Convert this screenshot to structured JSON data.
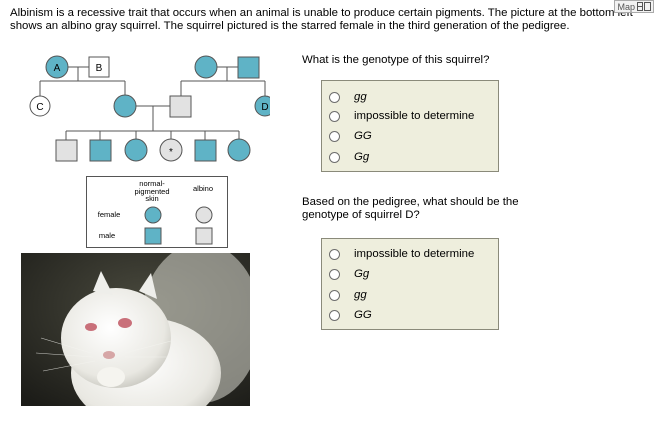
{
  "intro_text": "Albinism is a recessive trait that occurs when an animal is unable to produce certain pigments. The picture at the bottom left shows an albino gray squirrel. The squirrel pictured is the starred female in the third generation of the pedigree.",
  "map_badge": "Map",
  "pedigree": {
    "labels": {
      "A": "A",
      "B": "B",
      "C": "C",
      "D": "D",
      "star": "*"
    },
    "colors": {
      "pigmented": "#5fb3c6",
      "albino": "#e2e2e2",
      "stroke": "#555555"
    }
  },
  "legend": {
    "col_pigmented": "normal-pigmented skin",
    "col_albino": "albino",
    "row_female": "female",
    "row_male": "male"
  },
  "question1": {
    "prompt": "What is the genotype of this squirrel?",
    "options": [
      "gg",
      "impossible to determine",
      "GG",
      "Gg"
    ]
  },
  "question2": {
    "prompt": "Based on the pedigree, what should be the genotype of squirrel D?",
    "options": [
      "impossible to determine",
      "Gg",
      "gg",
      "GG"
    ]
  }
}
